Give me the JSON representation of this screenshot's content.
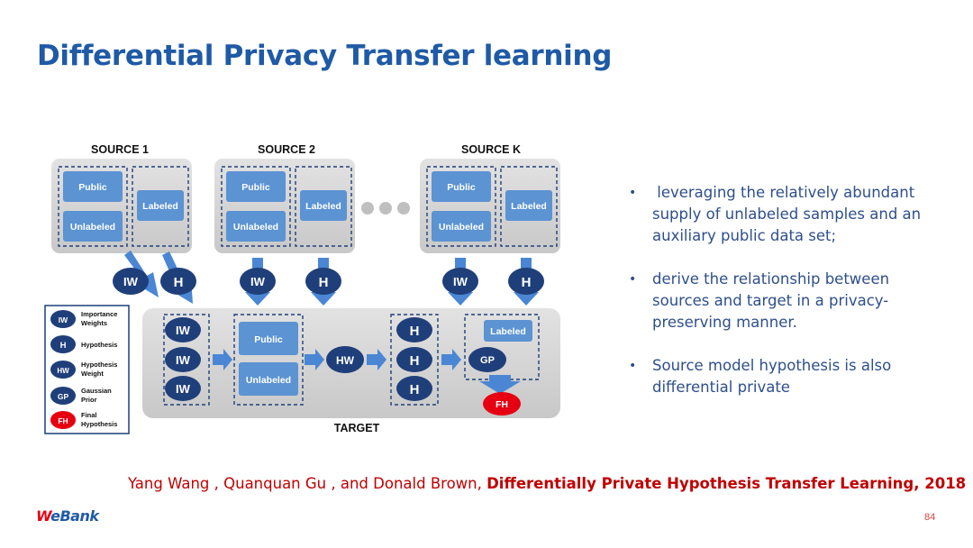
{
  "slide": {
    "title": "Differential Privacy Transfer learning",
    "page_number": "84"
  },
  "brand": {
    "logo_w": "W",
    "logo_rest": "eBank"
  },
  "diagram": {
    "sources": [
      {
        "name": "SOURCE 1",
        "public": "Public",
        "unlabeled": "Unlabeled",
        "labeled": "Labeled"
      },
      {
        "name": "SOURCE 2",
        "public": "Public",
        "unlabeled": "Unlabeled",
        "labeled": "Labeled"
      },
      {
        "name": "SOURCE K",
        "public": "Public",
        "unlabeled": "Unlabeled",
        "labeled": "Labeled"
      }
    ],
    "source_outputs": {
      "iw": "IW",
      "h": "H"
    },
    "target": {
      "label": "TARGET",
      "iw": "IW",
      "public": "Public",
      "unlabeled": "Unlabeled",
      "hw": "HW",
      "h": "H",
      "labeled": "Labeled",
      "gp": "GP",
      "fh": "FH"
    },
    "legend": [
      {
        "abbr": "IW",
        "desc": [
          "Importance",
          "Weights"
        ],
        "color": "#1f3f7a"
      },
      {
        "abbr": "H",
        "desc": [
          "Hypothesis"
        ],
        "color": "#1f3f7a"
      },
      {
        "abbr": "HW",
        "desc": [
          "Hypothesis",
          "Weight"
        ],
        "color": "#1f3f7a"
      },
      {
        "abbr": "GP",
        "desc": [
          "Gaussian",
          "Prior"
        ],
        "color": "#1f3f7a"
      },
      {
        "abbr": "FH",
        "desc": [
          "Final",
          "Hypothesis"
        ],
        "color": "#e60012"
      }
    ],
    "colors": {
      "panel": "#d4d4d4",
      "box_blue": "#5b93d3",
      "node_dark": "#1f3f7a",
      "arrow": "#4a86d4",
      "final": "#e60012"
    }
  },
  "bullets": [
    " leveraging the relatively abundant supply of unlabeled samples and an auxiliary public data set;",
    "derive the relationship between sources and target in a privacy-preserving manner.",
    "Source model hypothesis is also differential private"
  ],
  "bullet_symbol": "•",
  "citation": {
    "authors": "Yang Wang , Quanquan Gu , and Donald Brown, ",
    "paper": "Differentially Private Hypothesis Transfer Learning, 2018"
  }
}
